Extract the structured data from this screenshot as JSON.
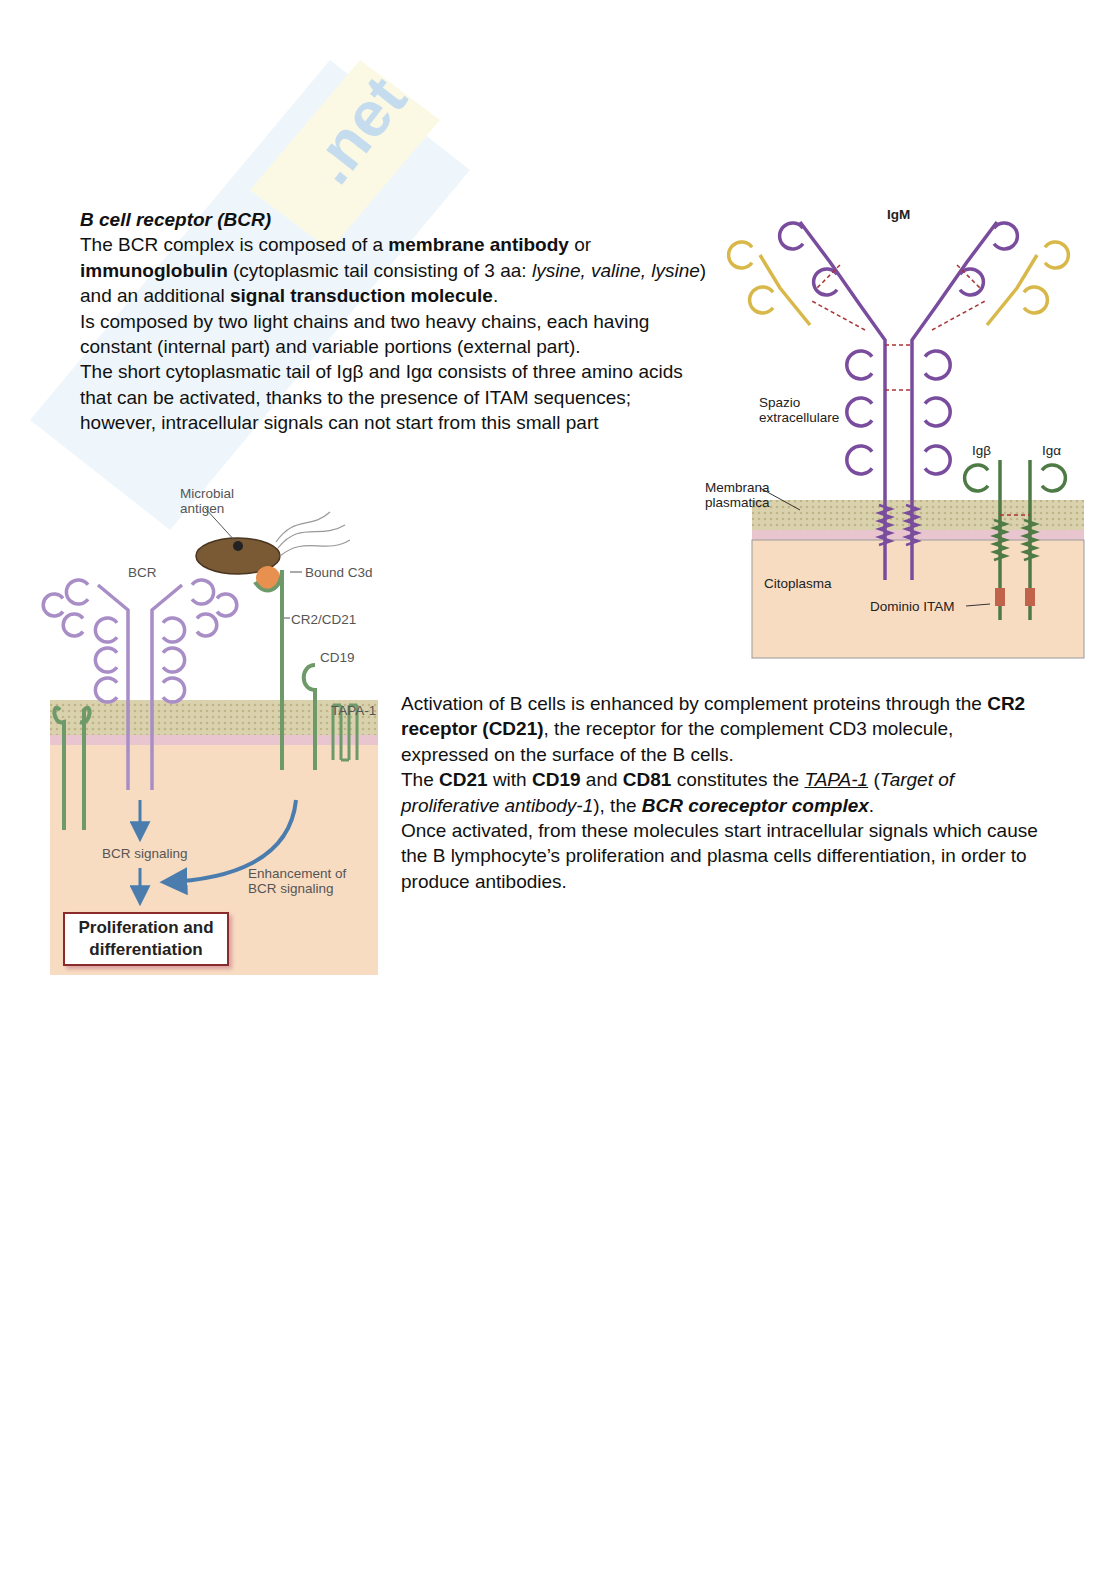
{
  "diagram": {
    "title": "B cell receptor (BCR)",
    "nodes": [
      {
        "text": [
          "Proliferation and differentiation"
        ]
      }
    ],
    "labels": [
      "The BCR complex is composed of a ",
      "membrane antibody",
      " or ",
      "immunoglobulin",
      " (cytoplasmic tail consisting of 3 aa: ",
      "lysine, valine, lysine",
      ") and an additional ",
      "signal transduction molecule",
      ".",
      "Is composed by two light chains and two heavy chains, each having constant (internal part) and variable portions (external part).",
      "The short cytoplasmatic tail of Igβ and Igα consists of three amino acids that can be activated, thanks to the presence of ITAM sequences; however, intracellular signals can not start from this small part",
      "IgM",
      "Spazio extracellulare",
      "Membrana plasmatica",
      "Citoplasma",
      "Dominio ITAM",
      "Igβ",
      "Igα",
      "Microbial antigen",
      "BCR",
      "Bound C3d",
      "CR2/CD21",
      "CD19",
      "TAPA-1",
      "BCR signaling",
      "Enhancement of BCR signaling",
      "Activation of B cells is enhanced by complement proteins through the ",
      "CR2 receptor (CD21)",
      ", the receptor for the complement CD3 molecule, expressed on the surface of the B cells.",
      "The ",
      "CD21",
      " with ",
      "CD19",
      " and ",
      "CD81",
      " constitutes the ",
      "TAPA-1",
      " (",
      "Target of proliferative antibody-1",
      "), the ",
      "BCR coreceptor complex",
      ".",
      "Once activated, from these molecules start intracellular signals which cause the B lymphocyte’s proliferation and plasma cells differentiation, in order to produce antibodies.",
      ".net"
    ]
  }
}
